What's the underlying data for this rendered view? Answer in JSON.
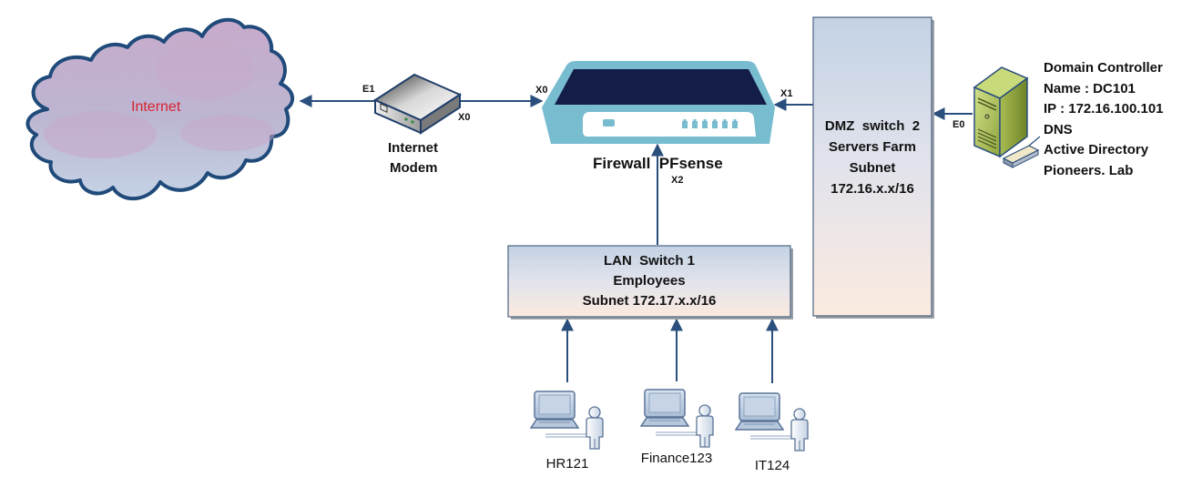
{
  "title": "Network Topology",
  "colors": {
    "link": "#2a4f7c",
    "cloud_stroke": "#1f4a7a",
    "firewall_body": "#78bcd0",
    "firewall_top": "#141c48",
    "internet_text": "#d9232e",
    "server_body": "#9cb04a"
  },
  "nodes": {
    "internet": {
      "label": "Internet",
      "icon": "cloud-icon"
    },
    "modem": {
      "label_line1": "Internet",
      "label_line2": "Modem",
      "icon": "modem-icon"
    },
    "firewall": {
      "label": "Firewall  PFsense",
      "icon": "firewall-icon"
    },
    "dmz_switch": {
      "lines": [
        "DMZ  switch  2",
        "Servers Farm",
        "Subnet",
        "172.16.x.x/16"
      ]
    },
    "lan_switch": {
      "lines": [
        "LAN  Switch 1",
        "Employees",
        "Subnet 172.17.x.x/16"
      ]
    },
    "domain_controller": {
      "icon": "server-icon",
      "lines": [
        "Domain Controller",
        "Name : DC101",
        "IP : 172.16.100.101",
        "DNS",
        "Active Directory",
        "Pioneers. Lab"
      ]
    },
    "hosts": [
      {
        "label": "HR121",
        "icon": "workstation-user-icon"
      },
      {
        "label": "Finance123",
        "icon": "workstation-user-icon"
      },
      {
        "label": "IT124",
        "icon": "workstation-user-icon"
      }
    ]
  },
  "ports": {
    "modem_e1": "E1",
    "modem_x0": "X0",
    "firewall_x0": "X0",
    "firewall_x1": "X1",
    "firewall_x2": "X2",
    "server_e0": "E0"
  }
}
